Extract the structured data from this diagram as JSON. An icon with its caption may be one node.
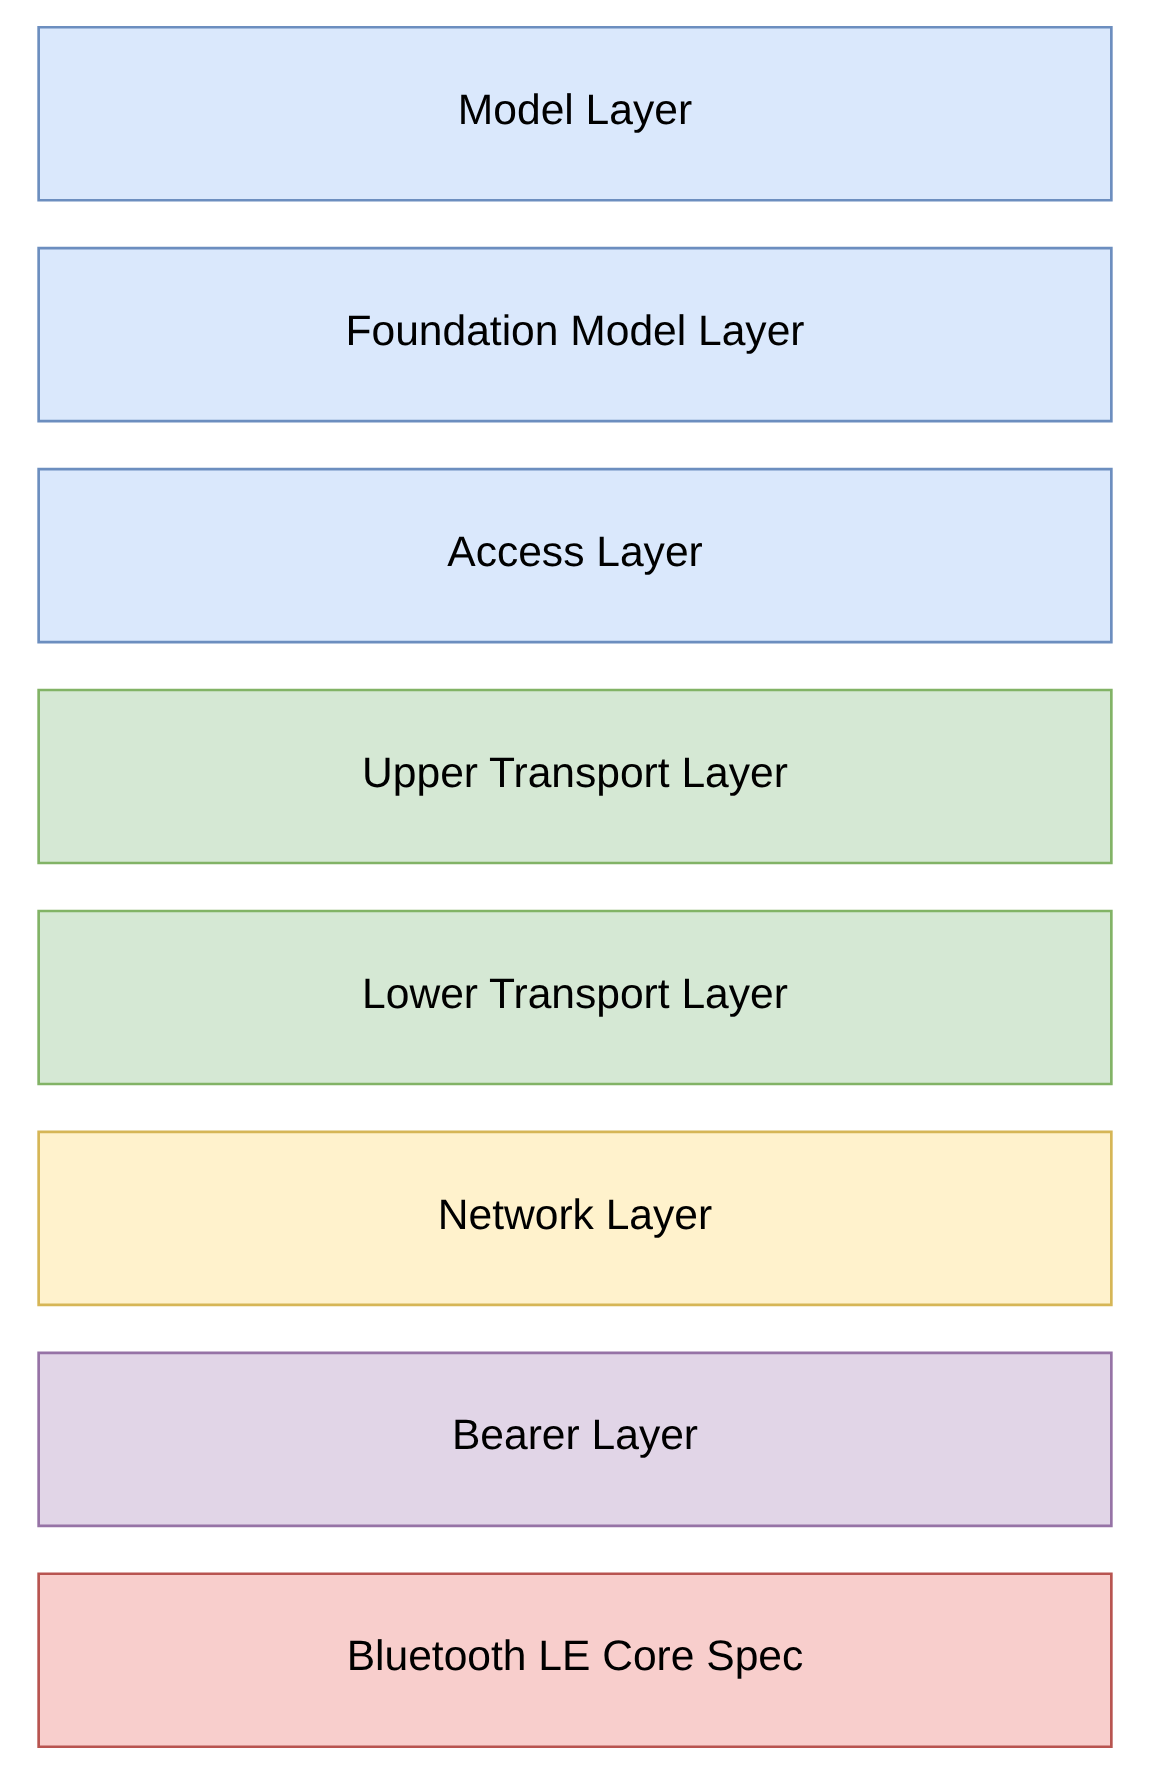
{
  "diagram": {
    "nodes": [
      {
        "text": [
          "Model Layer"
        ]
      },
      {
        "text": [
          "Foundation Model Layer"
        ]
      },
      {
        "text": [
          "Access Layer"
        ]
      },
      {
        "text": [
          "Upper Transport Layer"
        ]
      },
      {
        "text": [
          "Lower Transport Layer"
        ]
      },
      {
        "text": [
          "Network Layer"
        ]
      },
      {
        "text": [
          "Bearer Layer"
        ]
      },
      {
        "text": [
          "Bluetooth LE Core Spec"
        ]
      }
    ]
  }
}
